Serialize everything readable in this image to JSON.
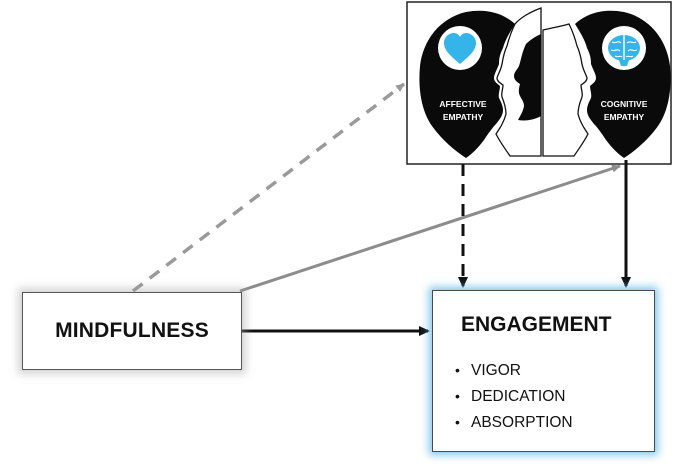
{
  "affective": {
    "line1": "AFFECTIVE",
    "line2": "EMPATHY"
  },
  "cognitive": {
    "line1": "COGNITIVE",
    "line2": "EMPATHY"
  },
  "mindfulness": {
    "label": "MINDFULNESS"
  },
  "engagement": {
    "title": "ENGAGEMENT",
    "items": [
      "VIGOR",
      "DEDICATION",
      "ABSORPTION"
    ]
  },
  "colors": {
    "heart": "#35b4ea",
    "brain": "#35b4ea",
    "dashed_arrow": "#9a9a9a",
    "solid_grey_arrow": "#8c8c8c",
    "black_arrow": "#111111",
    "engagement_glow": "#5ab4e6"
  },
  "icons": [
    "heart-icon",
    "brain-icon",
    "head-silhouette-icon",
    "face-profile-icon"
  ]
}
